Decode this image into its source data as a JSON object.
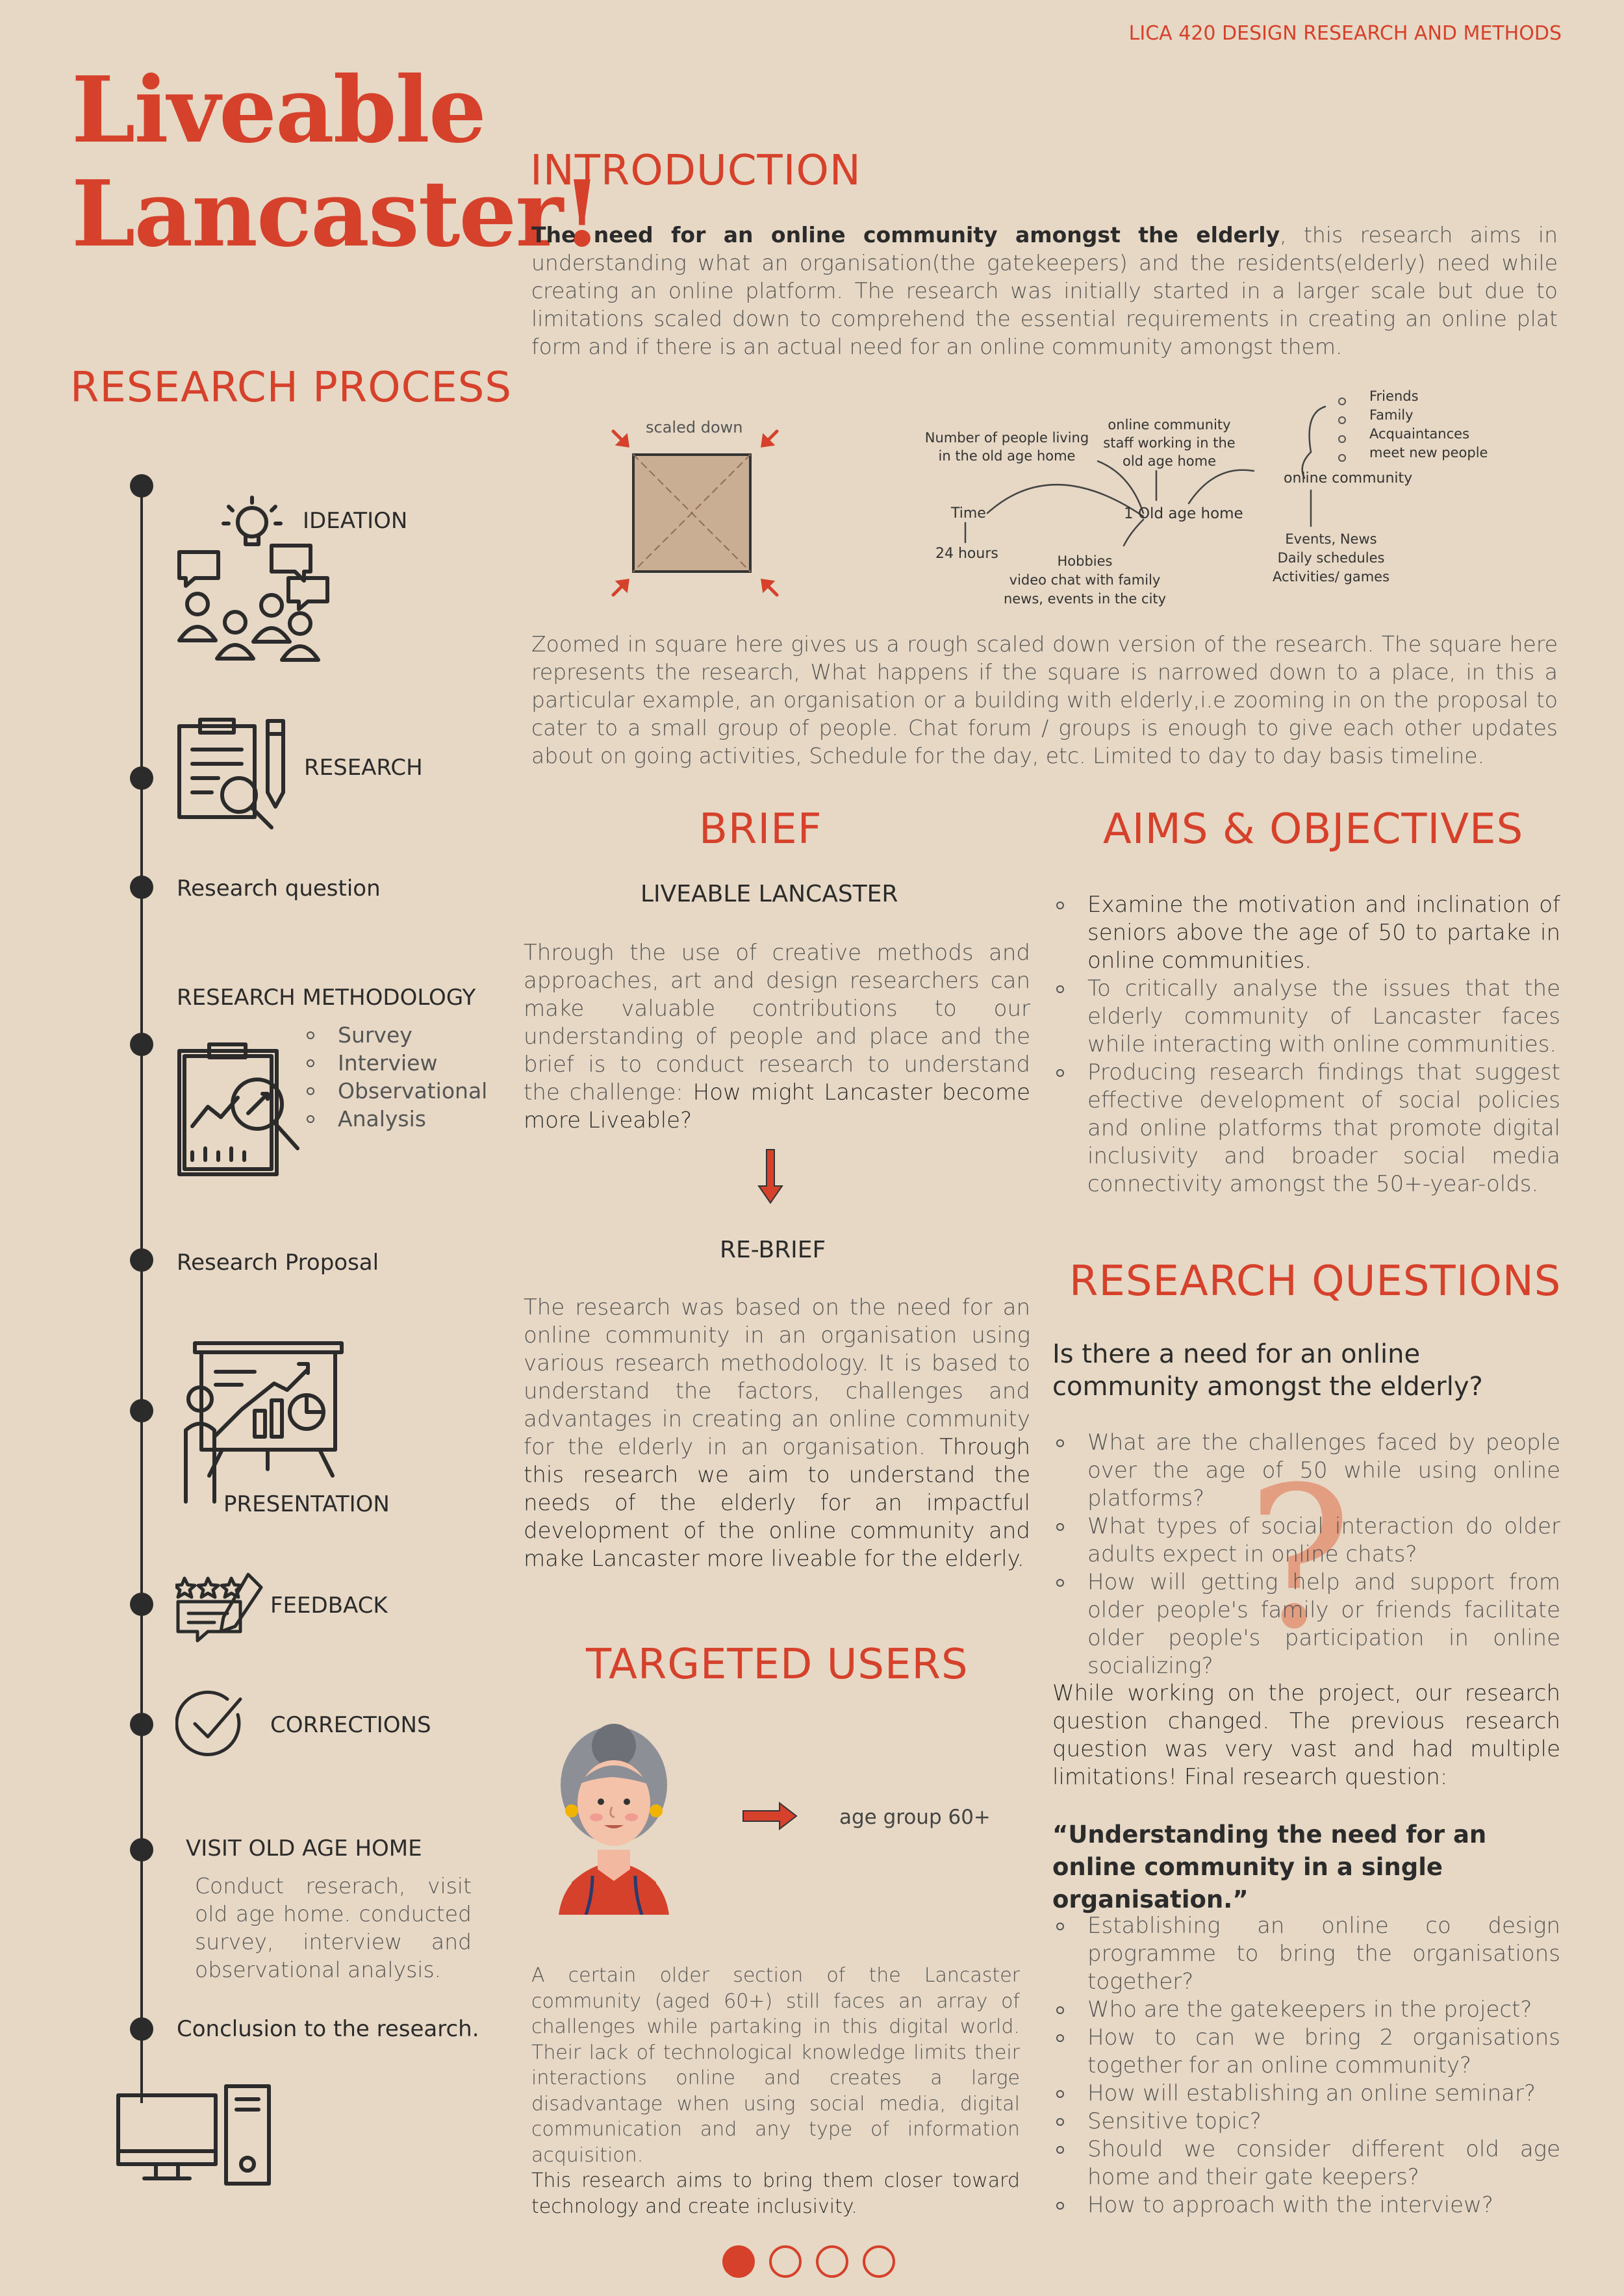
{
  "header": {
    "course": "LICA 420 DESIGN RESEARCH AND METHODS"
  },
  "title": {
    "line1": "Liveable",
    "line2": "Lancaster!"
  },
  "research_process": {
    "heading": "RESEARCH PROCESS",
    "steps": {
      "ideation": "IDEATION",
      "research": "RESEARCH",
      "research_question": "Research question",
      "methodology": "RESEARCH METHODOLOGY",
      "methods": [
        "Survey",
        "Interview",
        "Observational",
        "Analysis"
      ],
      "proposal": "Research Proposal",
      "presentation": "PRESENTATION",
      "feedback": "FEEDBACK",
      "corrections": "CORRECTIONS",
      "visit": "VISIT OLD AGE HOME",
      "visit_desc": "Conduct reserach, visit old age home. conducted survey, interview and observational analysis.",
      "conclusion": "Conclusion to the research."
    }
  },
  "introduction": {
    "heading": "INTRODUCTION",
    "lead": "The need for an online community amongst the elderly",
    "text": ", this research aims in understanding what an organisation(the gatekeepers) and the residents(elderly) need while creating an online platform. The research was initially started in a larger scale but due to limitations scaled down to comprehend the essential requirements in creating an online plat form and if there is an actual need for an online community amongst them."
  },
  "diagram": {
    "scaled_down": "scaled down",
    "number_people": "Number of people living in the old age home",
    "staff": "online community staff working in the old age home",
    "friends": [
      "Friends",
      "Family",
      "Acquaintances",
      "meet new people"
    ],
    "online_community": "online community",
    "time": "Time",
    "hours": "24 hours",
    "center": "1 Old age home",
    "hobbies": "Hobbies",
    "video_chat": "video chat with family",
    "news": "news, events in the city",
    "events": "Events, News",
    "schedules": "Daily schedules",
    "activities": "Activities/ games",
    "caption": "Zoomed  in square here gives us a rough scaled down version of the research. The square here represents the research, What happens if the square is narrowed down to a place, in this a particular example, an organisation or a building with elderly,i.e zooming in on the proposal to cater to a small group of people. Chat forum / groups is enough to give each other updates about on going activities, Schedule for the day, etc. Limited to day to day basis timeline."
  },
  "brief": {
    "heading": "BRIEF",
    "subheading": "LIVEABLE LANCASTER",
    "text": "Through the use of creative methods and approaches, art and design researchers can make valuable contributions to our understanding of people and place and the brief is to conduct research to understand the challenge: ",
    "question": "How might Lancaster become more Liveable?",
    "rebrief_heading": "RE-BRIEF",
    "rebrief_text": "The research was based on the need for an online community in an organisation using various research methodology. It is based to understand the factors, challenges and advantages in creating an online community for the elderly in an organisation. ",
    "rebrief_strong": "Through this research we aim to understand the needs of the elderly for an impactful development of the online community and make Lancaster more liveable for the elderly."
  },
  "aims": {
    "heading": "AIMS & OBJECTIVES",
    "items": [
      "Examine the motivation and inclination of seniors above the age of 50 to partake in online communities.",
      "To critically analyse the issues that the elderly community of Lancaster faces while interacting with online communities.",
      "Producing research findings that suggest effective development of social policies and online platforms that promote digital inclusivity and broader social media connectivity amongst the 50+-year-olds."
    ]
  },
  "research_questions": {
    "heading": "RESEARCH QUESTIONS",
    "main": "Is there a need for an online community amongst the elderly?",
    "items": [
      "What are the challenges faced by people over the age of 50 while using online platforms?",
      "What types of social interaction do older adults expect in online chats?",
      "How will getting help and support from older people's family or friends facilitate older people's participation in online socializing?"
    ],
    "changed": "While working on the project, our research question changed. The previous research question was very vast and had multiple limitations! Final research question:",
    "final": "“Understanding the need for an online community in a single organisation.”",
    "more": [
      "Establishing an online co design programme to bring the organisations together?",
      "Who are the gatekeepers in the project?",
      "How to can we bring 2 organisations together for an online community?",
      "How will establishing an online seminar?",
      "Sensitive topic?",
      "Should we consider different old age home and their gate keepers?",
      "How to approach with the interview?"
    ],
    "question_mark": "?"
  },
  "targeted": {
    "heading": "TARGETED USERS",
    "age": "age group 60+",
    "text": "A certain older section of the Lancaster community (aged 60+) still faces an array of challenges while partaking in this digital world. Their lack of technological knowledge limits their interactions online and creates a large disadvantage when using social media, digital communication and any type of information acquisition.",
    "strong": "This research aims to bring them closer toward technology and create inclusivity."
  },
  "pagination": {
    "total": 4,
    "current": 1
  },
  "colors": {
    "accent": "#d5412b",
    "background": "#e6d8c4",
    "ink": "#2b2b2b"
  }
}
